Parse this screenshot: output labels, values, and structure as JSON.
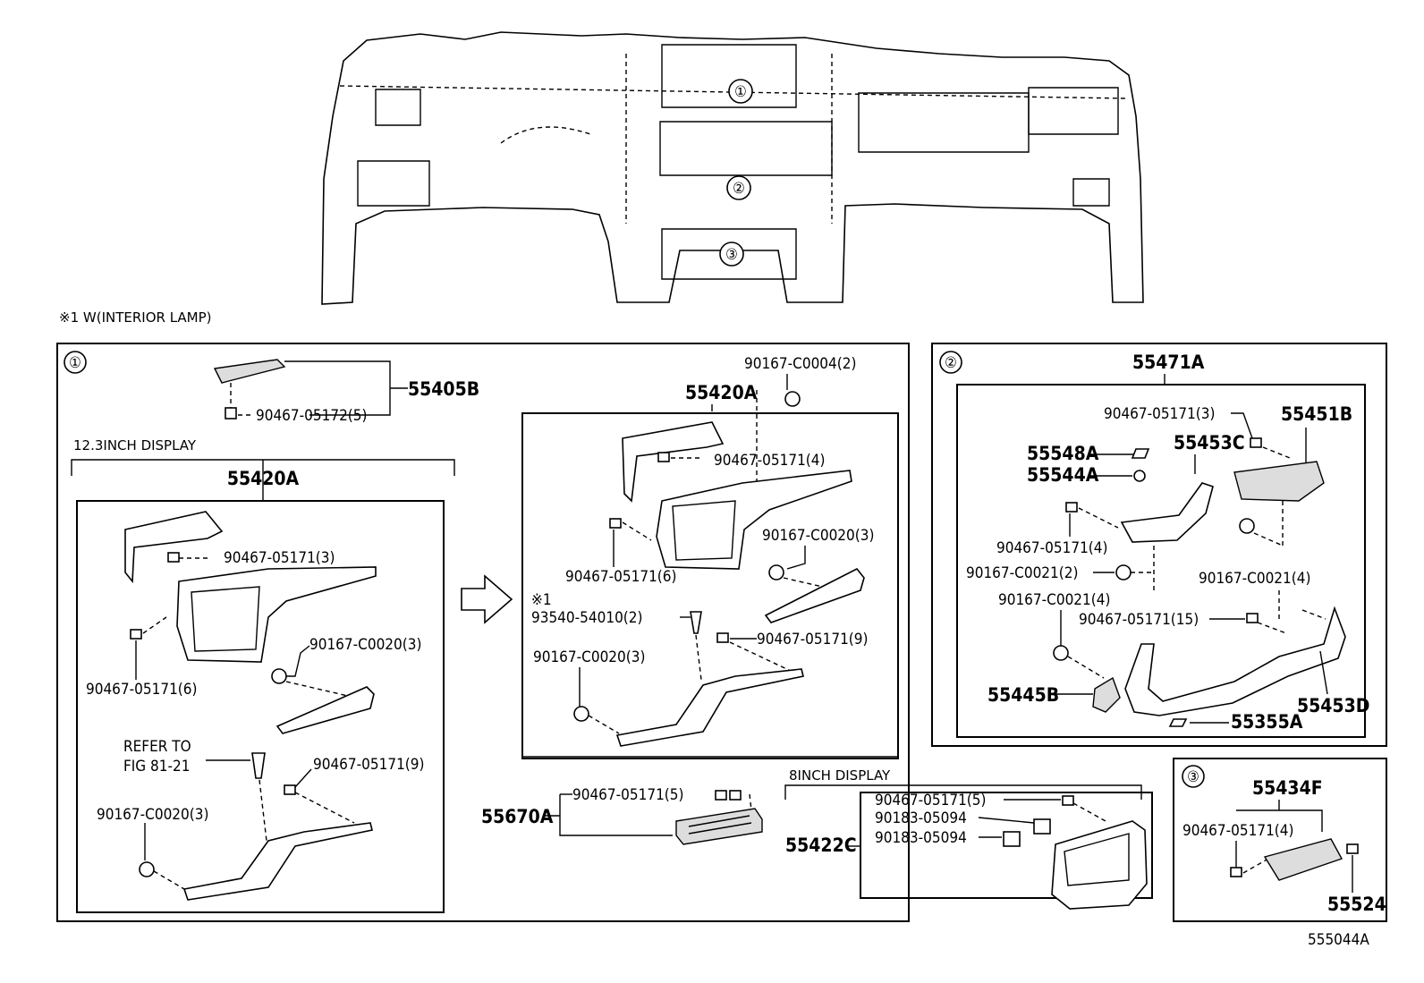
{
  "note": "※1 W(INTERIOR LAMP)",
  "figure_id": "555044A",
  "overview": {
    "markers": [
      "①",
      "②",
      "③"
    ]
  },
  "panel1": {
    "marker": "①",
    "top": {
      "part": "55405B",
      "clip": "90467-05172(5)"
    },
    "display123": {
      "caption": "12.3INCH DISPLAY",
      "part": "55420A",
      "labels": {
        "clip_top": "90467-05171(3)",
        "clip_left": "90467-05171(6)",
        "screw_mid": "90167-C0020(3)",
        "refer1": "REFER TO",
        "refer2": "FIG 81-21",
        "clip_low": "90467-05171(9)",
        "screw_low": "90167-C0020(3)"
      }
    },
    "alt": {
      "part": "55420A",
      "labels": {
        "screw_top": "90167-C0004(2)",
        "clip_top": "90467-05171(4)",
        "screw_mid": "90167-C0020(3)",
        "clip_left": "90467-05171(6)",
        "note": "※1",
        "bolt": "93540-54010(2)",
        "clip_low": "90467-05171(9)",
        "screw_low": "90167-C0020(3)"
      }
    },
    "vent": {
      "part": "55670A",
      "clip": "90467-05171(5)"
    },
    "display8": {
      "caption": "8INCH DISPLAY",
      "part": "55422C",
      "labels": [
        "90467-05171(5)",
        "90183-05094",
        "90183-05094"
      ]
    }
  },
  "panel2": {
    "marker": "②",
    "part": "55471A",
    "labels": {
      "clip_top": "90467-05171(3)",
      "p55451B": "55451B",
      "p55548A": "55548A",
      "p55544A": "55544A",
      "p55453C": "55453C",
      "clip4": "90467-05171(4)",
      "screw2": "90167-C0021(2)",
      "screw4r": "90167-C0021(4)",
      "screw4l": "90167-C0021(4)",
      "clip15": "90467-05171(15)",
      "p55445B": "55445B",
      "p55453D": "55453D",
      "p55355A": "55355A"
    }
  },
  "panel3": {
    "marker": "③",
    "part": "55434F",
    "clip": "90467-05171(4)",
    "part2": "55524"
  }
}
